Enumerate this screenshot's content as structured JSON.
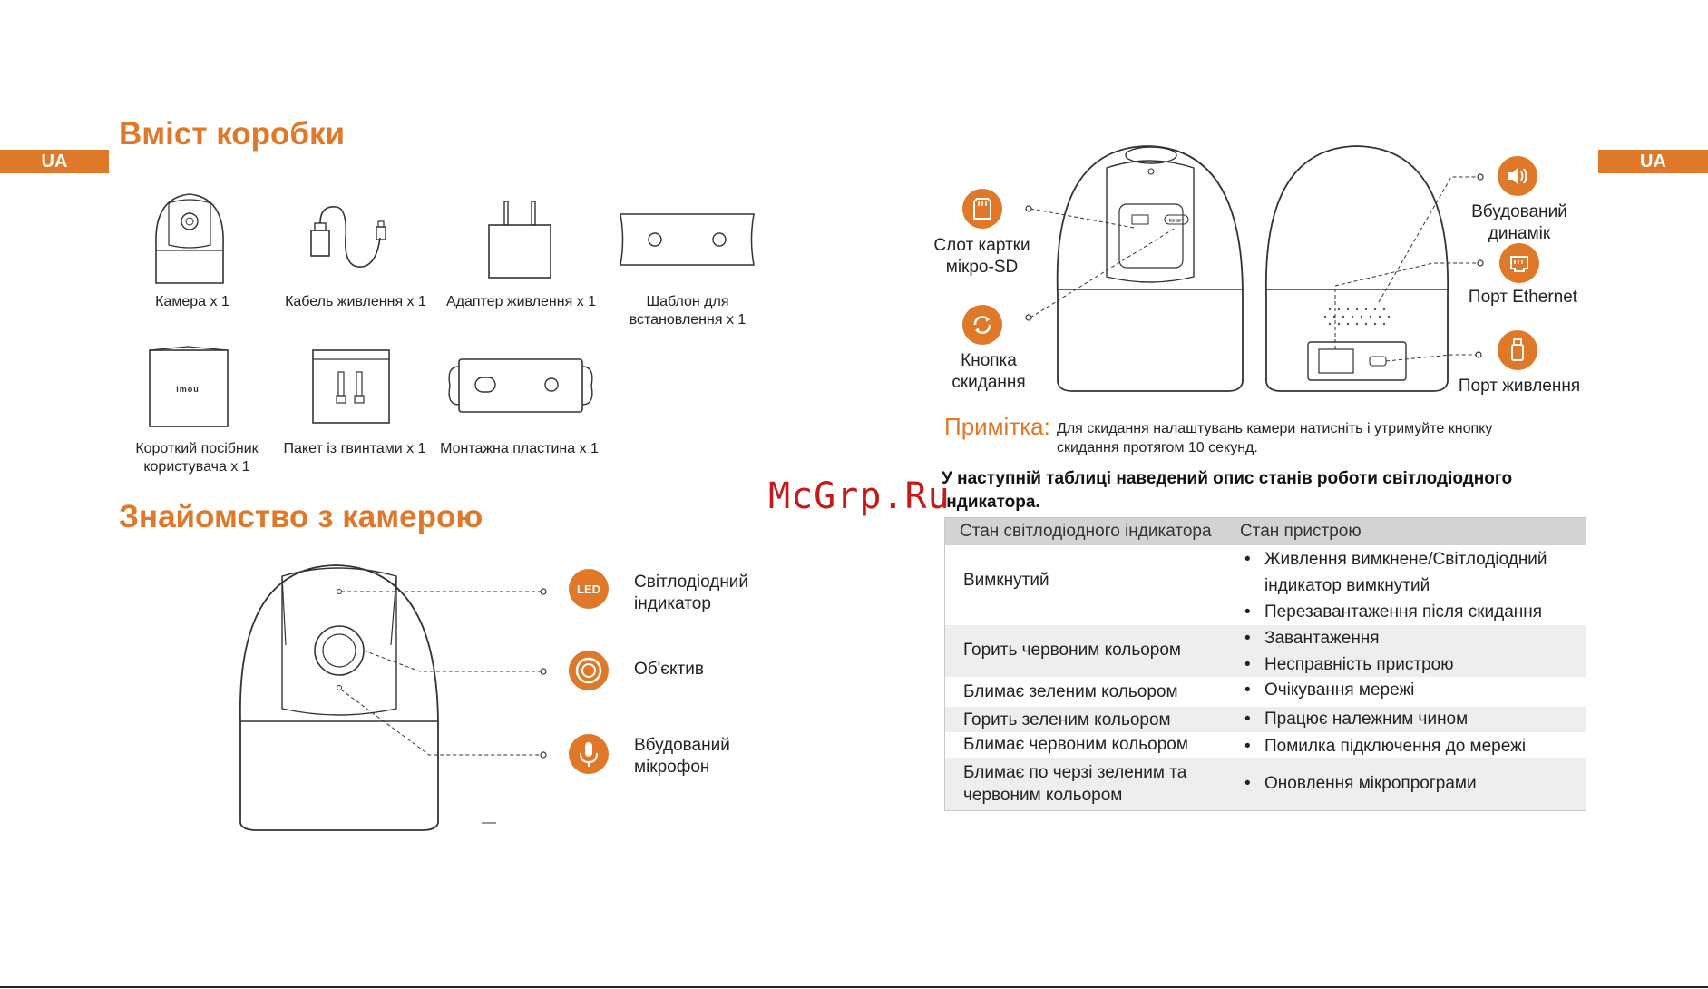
{
  "ua_tab": "UA",
  "box": {
    "title": "Вміст коробки",
    "items": [
      "Камера x 1",
      "Кабель живлення x 1",
      "Адаптер живлення x 1",
      "Шаблон для встановлення x 1",
      "Короткий посібник користувача x 1",
      "Пакет із гвинтами x 1",
      "Монтажна пластина x 1"
    ],
    "guide_logo": "imou"
  },
  "camera": {
    "title": "Знайомство з камерою",
    "led_badge": "LED",
    "callouts": [
      "Світлодіодний індикатор",
      "Об'єктив",
      "Вбудований мікрофон"
    ]
  },
  "ports": {
    "microsd": "Слот картки мікро-SD",
    "reset": "Кнопка скидання",
    "reset_text": "RESET",
    "speaker": "Вбудований динамік",
    "ethernet": "Порт Ethernet",
    "power": "Порт живлення"
  },
  "note": {
    "label": "Примітка:",
    "text": "Для скидання налаштувань камери натисніть і утримуйте кнопку скидання протягом 10 секунд."
  },
  "table_intro": "У наступній таблиці наведений опис станів роботи світлодіодного індикатора.",
  "led_table": {
    "headers": [
      "Стан світлодіодного індикатора",
      "Стан пристрою"
    ],
    "rows": [
      {
        "state": "Вимкнутий",
        "device": [
          "Живлення вимкнене/Світлодіодний індикатор вимкнутий",
          "Перезавантаження після скидання"
        ]
      },
      {
        "state": "Горить червоним кольором",
        "device": [
          "Завантаження",
          "Несправність пристрою"
        ]
      },
      {
        "state": "Блимає зеленим кольором",
        "device": [
          "Очікування мережі"
        ]
      },
      {
        "state": "Горить зеленим кольором",
        "device": [
          "Працює належним чином"
        ]
      },
      {
        "state": "Блимає червоним кольором",
        "device": [
          "Помилка підключення до мережі"
        ]
      },
      {
        "state": "Блимає по черзі зеленим та червоним кольором",
        "device": [
          "Оновлення мікропрограми"
        ]
      }
    ]
  },
  "watermark": "McGrp.Ru",
  "colors": {
    "accent": "#e0782a",
    "table_header": "#d3d3d3",
    "row_shade": "#eeeeee"
  }
}
